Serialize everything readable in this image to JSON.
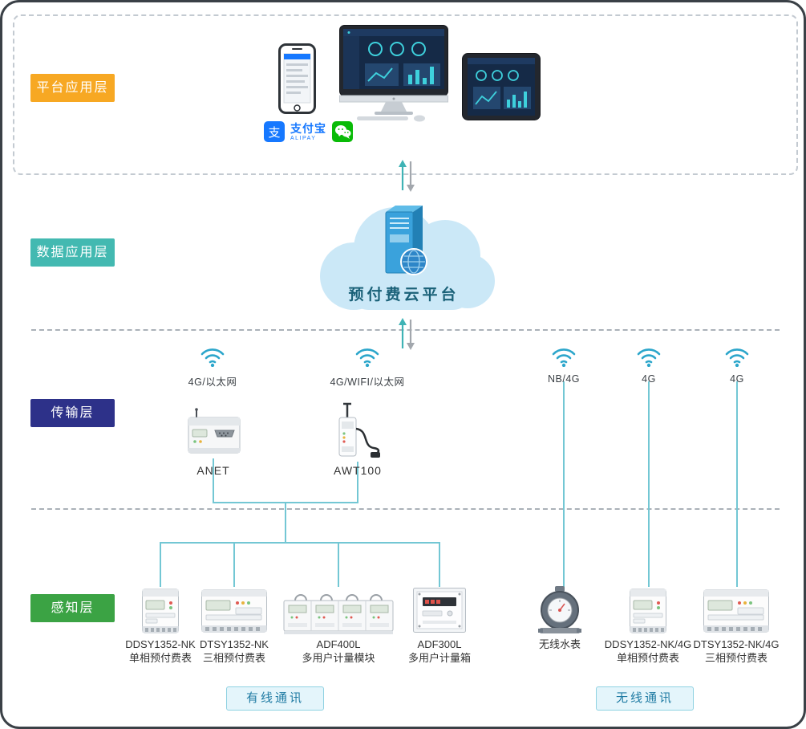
{
  "colors": {
    "platform_layer": "#F7A823",
    "data_layer": "#43B9B1",
    "transmission_layer": "#2D3189",
    "perception_layer": "#3BA344",
    "connector_line": "#73C7D4",
    "wifi_icon": "#2CA6CB",
    "cloud_fill": "#CBE8F7",
    "cloud_text": "#1A6178",
    "badge_bg": "#E4F5FB",
    "badge_border": "#8FD2E2",
    "badge_text": "#1F7BA3",
    "arrow_up": "#3FB3B5",
    "arrow_down": "#A2A7AD",
    "alipay_blue": "#1678FF",
    "wechat_green": "#09BB07"
  },
  "layers": {
    "platform": "平台应用层",
    "data": "数据应用层",
    "transmission": "传输层",
    "perception": "感知层"
  },
  "platform_apps": {
    "alipay_glyph": "支",
    "alipay_label": "支付宝",
    "alipay_sub": "ALIPAY"
  },
  "cloud": {
    "title": "预付费云平台"
  },
  "connections": [
    {
      "label": "4G/以太网"
    },
    {
      "label": "4G/WIFI/以太网"
    },
    {
      "label": "NB/4G"
    },
    {
      "label": "4G"
    },
    {
      "label": "4G"
    }
  ],
  "gateways": [
    {
      "name": "ANET"
    },
    {
      "name": "AWT100"
    }
  ],
  "devices": [
    {
      "model": "DDSY1352-NK",
      "desc": "单相预付费表"
    },
    {
      "model": "DTSY1352-NK",
      "desc": "三相预付费表"
    },
    {
      "model": "ADF400L",
      "desc": "多用户计量模块"
    },
    {
      "model": "ADF300L",
      "desc": "多用户计量箱"
    },
    {
      "model": "无线水表",
      "desc": ""
    },
    {
      "model": "DDSY1352-NK/4G",
      "desc": "单相预付费表"
    },
    {
      "model": "DTSY1352-NK/4G",
      "desc": "三相预付费表"
    }
  ],
  "badges": {
    "wired": "有线通讯",
    "wireless": "无线通讯"
  }
}
